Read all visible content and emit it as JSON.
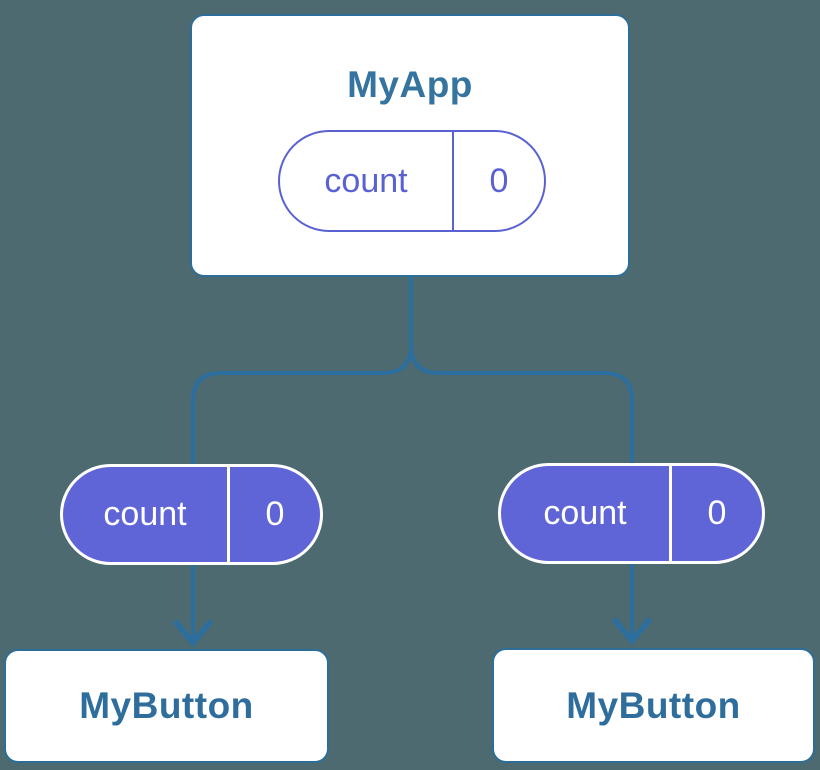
{
  "colors": {
    "background": "#4C6A70",
    "connector_line": "#2C6F9F",
    "card_border": "#2D6E99",
    "card_fill": "#FFFFFF",
    "root_title_text": "#35749E",
    "child_title_text": "#2F6E9C",
    "pill_outline": "#5A62D2",
    "pill_outline_text": "#5A61D1",
    "pill_fill": "#5F65D6",
    "pill_fill_text": "#FFFFFF"
  },
  "diagram": {
    "type": "component-tree",
    "root": {
      "title": "MyApp",
      "state": {
        "name": "count",
        "value": "0"
      }
    },
    "children": [
      {
        "title": "MyButton",
        "state": {
          "name": "count",
          "value": "0"
        }
      },
      {
        "title": "MyButton",
        "state": {
          "name": "count",
          "value": "0"
        }
      }
    ]
  }
}
